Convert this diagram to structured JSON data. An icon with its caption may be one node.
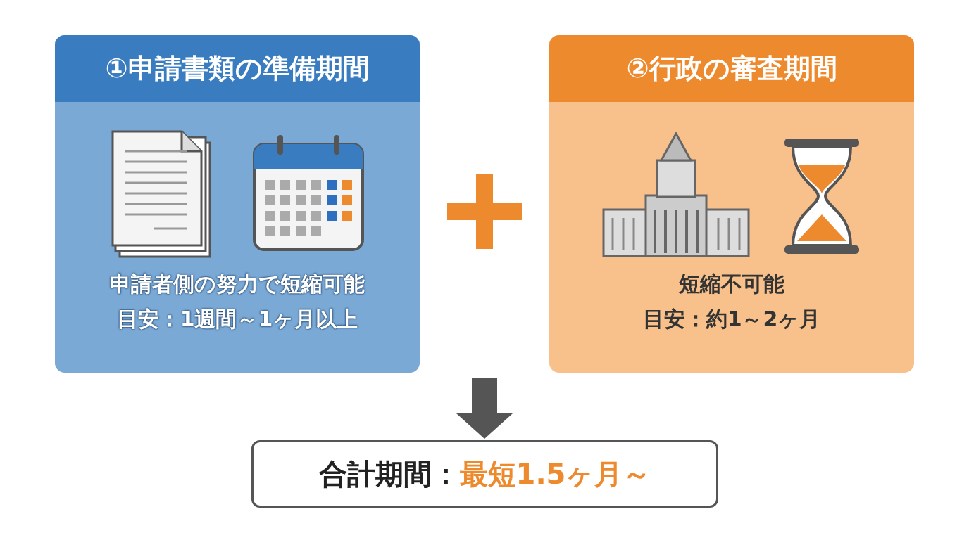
{
  "diagram": {
    "nodes": [
      {
        "text": [
          "①申請書類の準備期間",
          "申請者側の努力で短縮可能",
          "目安：1週間～1ヶ月以上"
        ]
      },
      {
        "text": [
          "②行政の審査期間",
          "短縮不可能",
          "目安：約1～2ヶ月"
        ]
      },
      {
        "text": [
          "合計期間：",
          "最短1.5ヶ月～"
        ]
      }
    ],
    "edges": [
      {
        "from": null,
        "to": 2,
        "arrow": "to"
      }
    ]
  }
}
